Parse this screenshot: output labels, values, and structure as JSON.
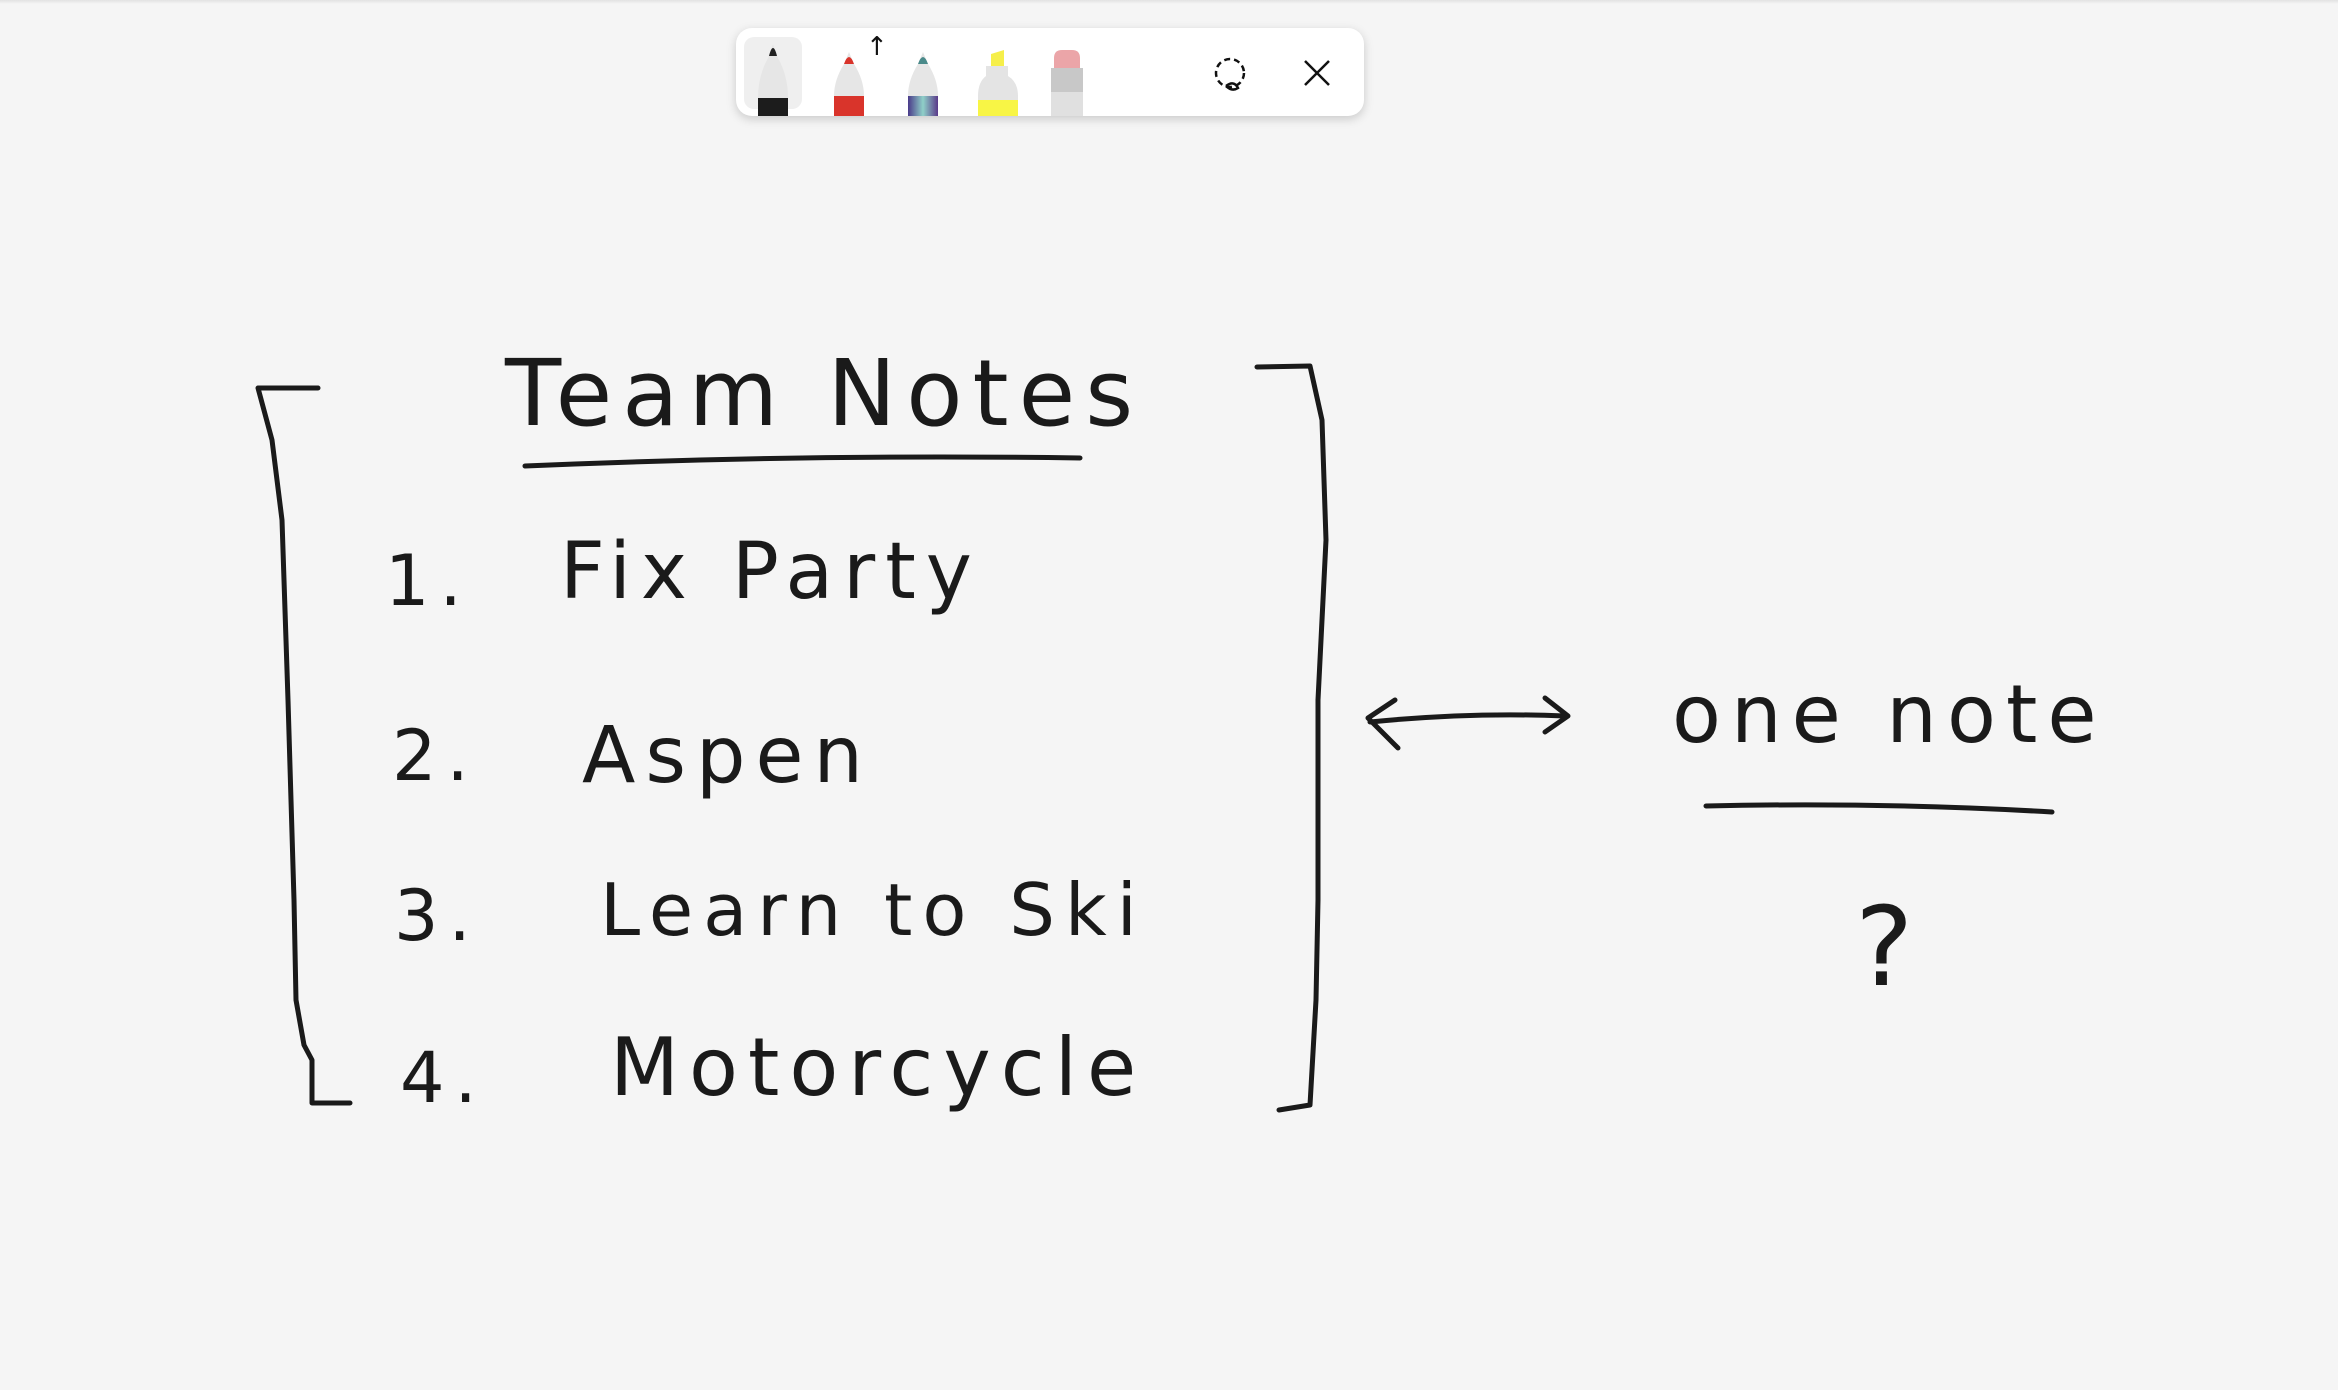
{
  "toolbar": {
    "tools": [
      {
        "name": "black-pen",
        "color": "#1c1c1c",
        "selected": true
      },
      {
        "name": "red-pen",
        "color": "#d9342b"
      },
      {
        "name": "galaxy-pen",
        "color": "#5a4a9a"
      },
      {
        "name": "yellow-highlighter",
        "color": "#f8f545"
      },
      {
        "name": "eraser",
        "color": "#e8a0a4"
      }
    ],
    "lasso": "lasso-select-icon",
    "close": "close-icon"
  },
  "canvas": {
    "title": "Team Notes",
    "items": [
      {
        "number": "1.",
        "text": "Fix Party"
      },
      {
        "number": "2.",
        "text": "Aspen"
      },
      {
        "number": "3.",
        "text": "Learn to Ski"
      },
      {
        "number": "4.",
        "text": "Motorcycle"
      }
    ],
    "right_label": "one note",
    "right_mark": "?"
  }
}
